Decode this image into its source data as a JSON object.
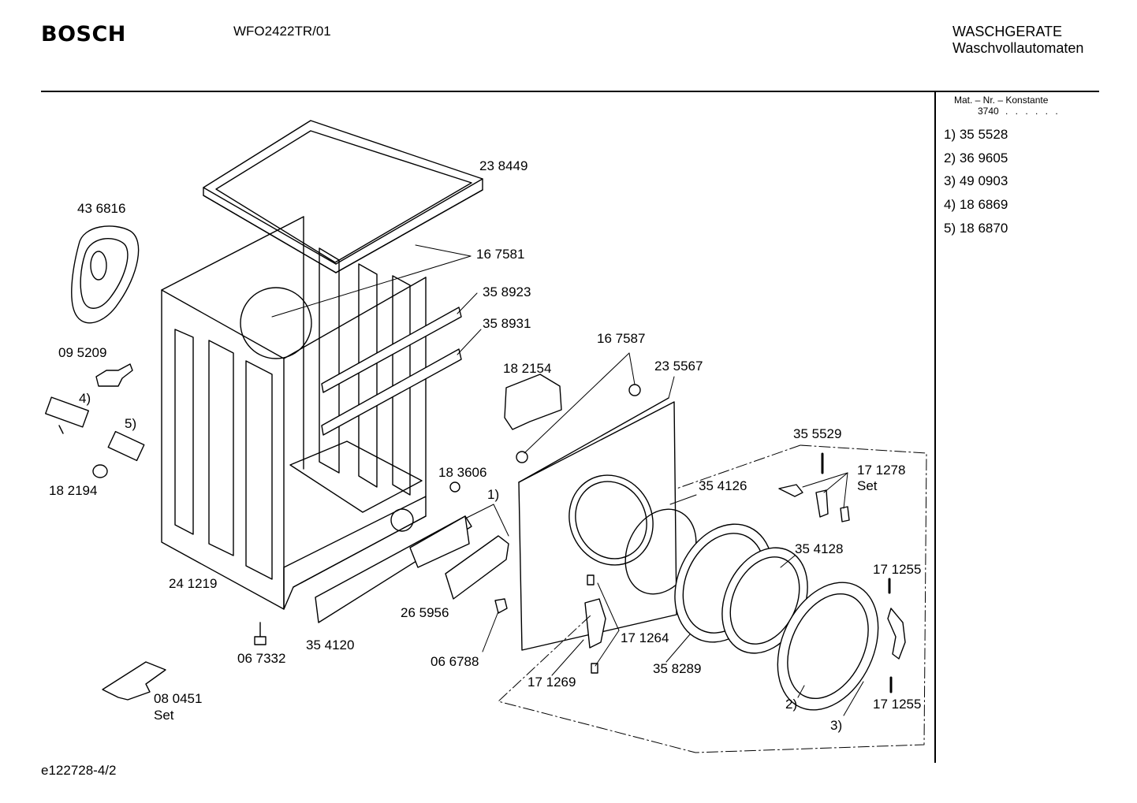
{
  "header": {
    "brand": "BOSCH",
    "model": "WFO2422TR/01",
    "category_line1": "WASCHGERATE",
    "category_line2": "Waschvollautomaten"
  },
  "sidebar": {
    "constant_label": "Mat. – Nr. – Konstante",
    "constant_value": "3740",
    "constant_dots": ". . . . . .",
    "items": [
      {
        "label": "1)  35 5528"
      },
      {
        "label": "2)  36 9605"
      },
      {
        "label": "3)  49 0903"
      },
      {
        "label": "4)  18 6869"
      },
      {
        "label": "5)  18 6870"
      }
    ]
  },
  "parts": [
    {
      "id": "238449",
      "label": "23 8449"
    },
    {
      "id": "436816",
      "label": "43 6816"
    },
    {
      "id": "167581",
      "label": "16 7581"
    },
    {
      "id": "358923",
      "label": "35 8923"
    },
    {
      "id": "358931",
      "label": "35 8931"
    },
    {
      "id": "095209",
      "label": "09 5209"
    },
    {
      "id": "ref4",
      "label": "4)"
    },
    {
      "id": "ref5",
      "label": "5)"
    },
    {
      "id": "182194",
      "label": "18 2194"
    },
    {
      "id": "167587",
      "label": "16 7587"
    },
    {
      "id": "182154",
      "label": "18 2154"
    },
    {
      "id": "235567",
      "label": "23 5567"
    },
    {
      "id": "355529",
      "label": "35 5529"
    },
    {
      "id": "183606",
      "label": "18 3606"
    },
    {
      "id": "ref1",
      "label": "1)"
    },
    {
      "id": "354126",
      "label": "35 4126"
    },
    {
      "id": "171278",
      "label": "17 1278"
    },
    {
      "id": "171278set",
      "label": "Set"
    },
    {
      "id": "354128",
      "label": "35 4128"
    },
    {
      "id": "171255a",
      "label": "17 1255"
    },
    {
      "id": "241219",
      "label": "24 1219"
    },
    {
      "id": "265956",
      "label": "26 5956"
    },
    {
      "id": "171264",
      "label": "17 1264"
    },
    {
      "id": "067332",
      "label": "06 7332"
    },
    {
      "id": "354120",
      "label": "35 4120"
    },
    {
      "id": "066788",
      "label": "06 6788"
    },
    {
      "id": "358289",
      "label": "35 8289"
    },
    {
      "id": "171269",
      "label": "17 1269"
    },
    {
      "id": "080451",
      "label": "08 0451"
    },
    {
      "id": "080451set",
      "label": "Set"
    },
    {
      "id": "ref2",
      "label": "2)"
    },
    {
      "id": "ref3",
      "label": "3)"
    },
    {
      "id": "171255b",
      "label": "17 1255"
    }
  ],
  "footer": {
    "drawing_id": "e122728-4/2"
  }
}
